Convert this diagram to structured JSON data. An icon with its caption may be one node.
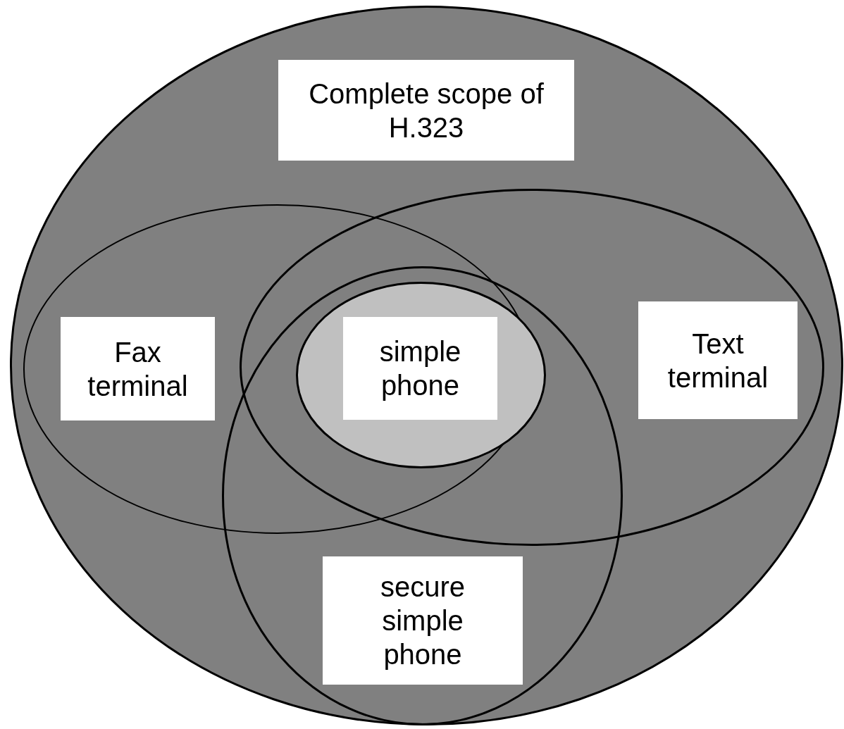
{
  "diagram": {
    "nodes": [
      {
        "text": [
          "Complete scope of H.323"
        ]
      },
      {
        "text": [
          "Fax terminal"
        ],
        "in": 0
      },
      {
        "text": [
          "Text terminal"
        ],
        "in": 0
      },
      {
        "text": [
          "simple phone"
        ]
      },
      {
        "text": [
          "secure simple phone"
        ],
        "in": 0
      }
    ]
  }
}
